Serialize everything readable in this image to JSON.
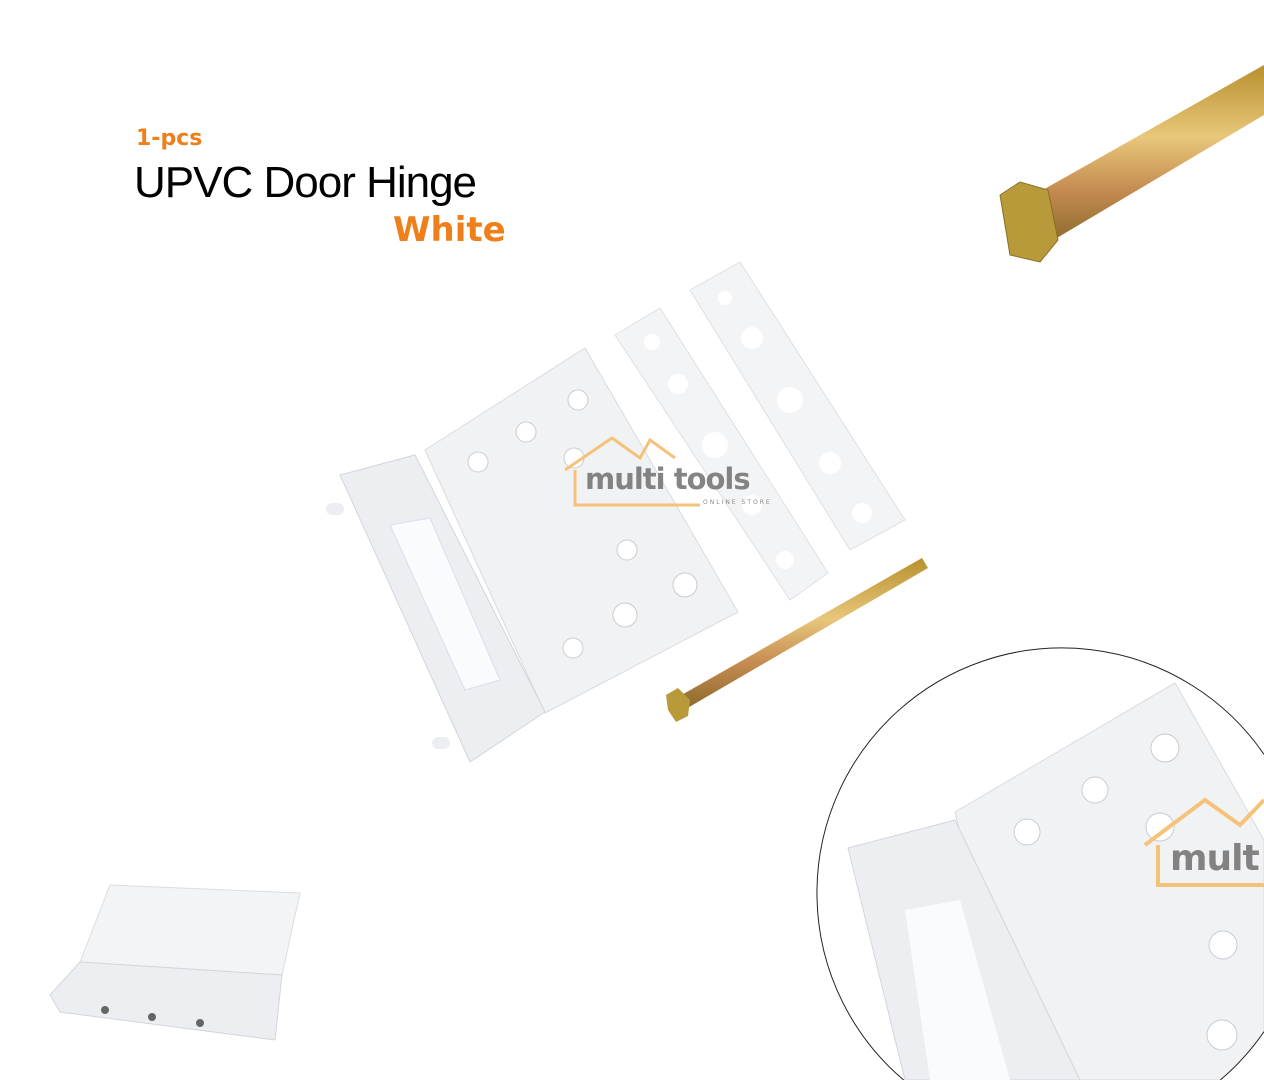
{
  "product": {
    "quantity": "1-pcs",
    "title": "UPVC Door Hinge",
    "color_name": "White"
  },
  "watermark": {
    "brand": "multi tools",
    "tagline": "ONLINE STORE",
    "zoom_brand": "mult"
  },
  "colors": {
    "accent": "#ef7f1a",
    "title": "#000000",
    "pin": "#c9a44a",
    "hinge": "#f2f3f5"
  },
  "icons": [
    "house-logo-icon"
  ]
}
